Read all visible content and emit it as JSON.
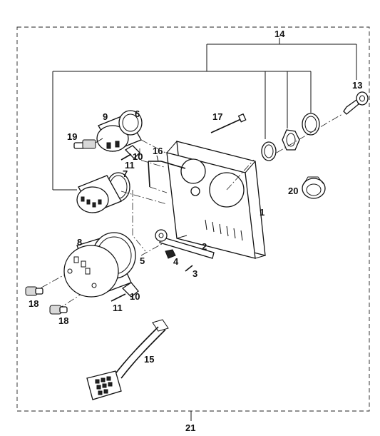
{
  "diagram": {
    "labels": {
      "p1": "1",
      "p2": "2",
      "p3": "3",
      "p4": "4",
      "p5": "5",
      "p6": "6",
      "p7": "7",
      "p8": "8",
      "p9": "9",
      "p10a": "10",
      "p10b": "10",
      "p11a": "11",
      "p11b": "11",
      "p13": "13",
      "p14": "14",
      "p15": "15",
      "p16": "16",
      "p17": "17",
      "p18a": "18",
      "p18b": "18",
      "p19": "19",
      "p20": "20",
      "p21": "21"
    }
  }
}
